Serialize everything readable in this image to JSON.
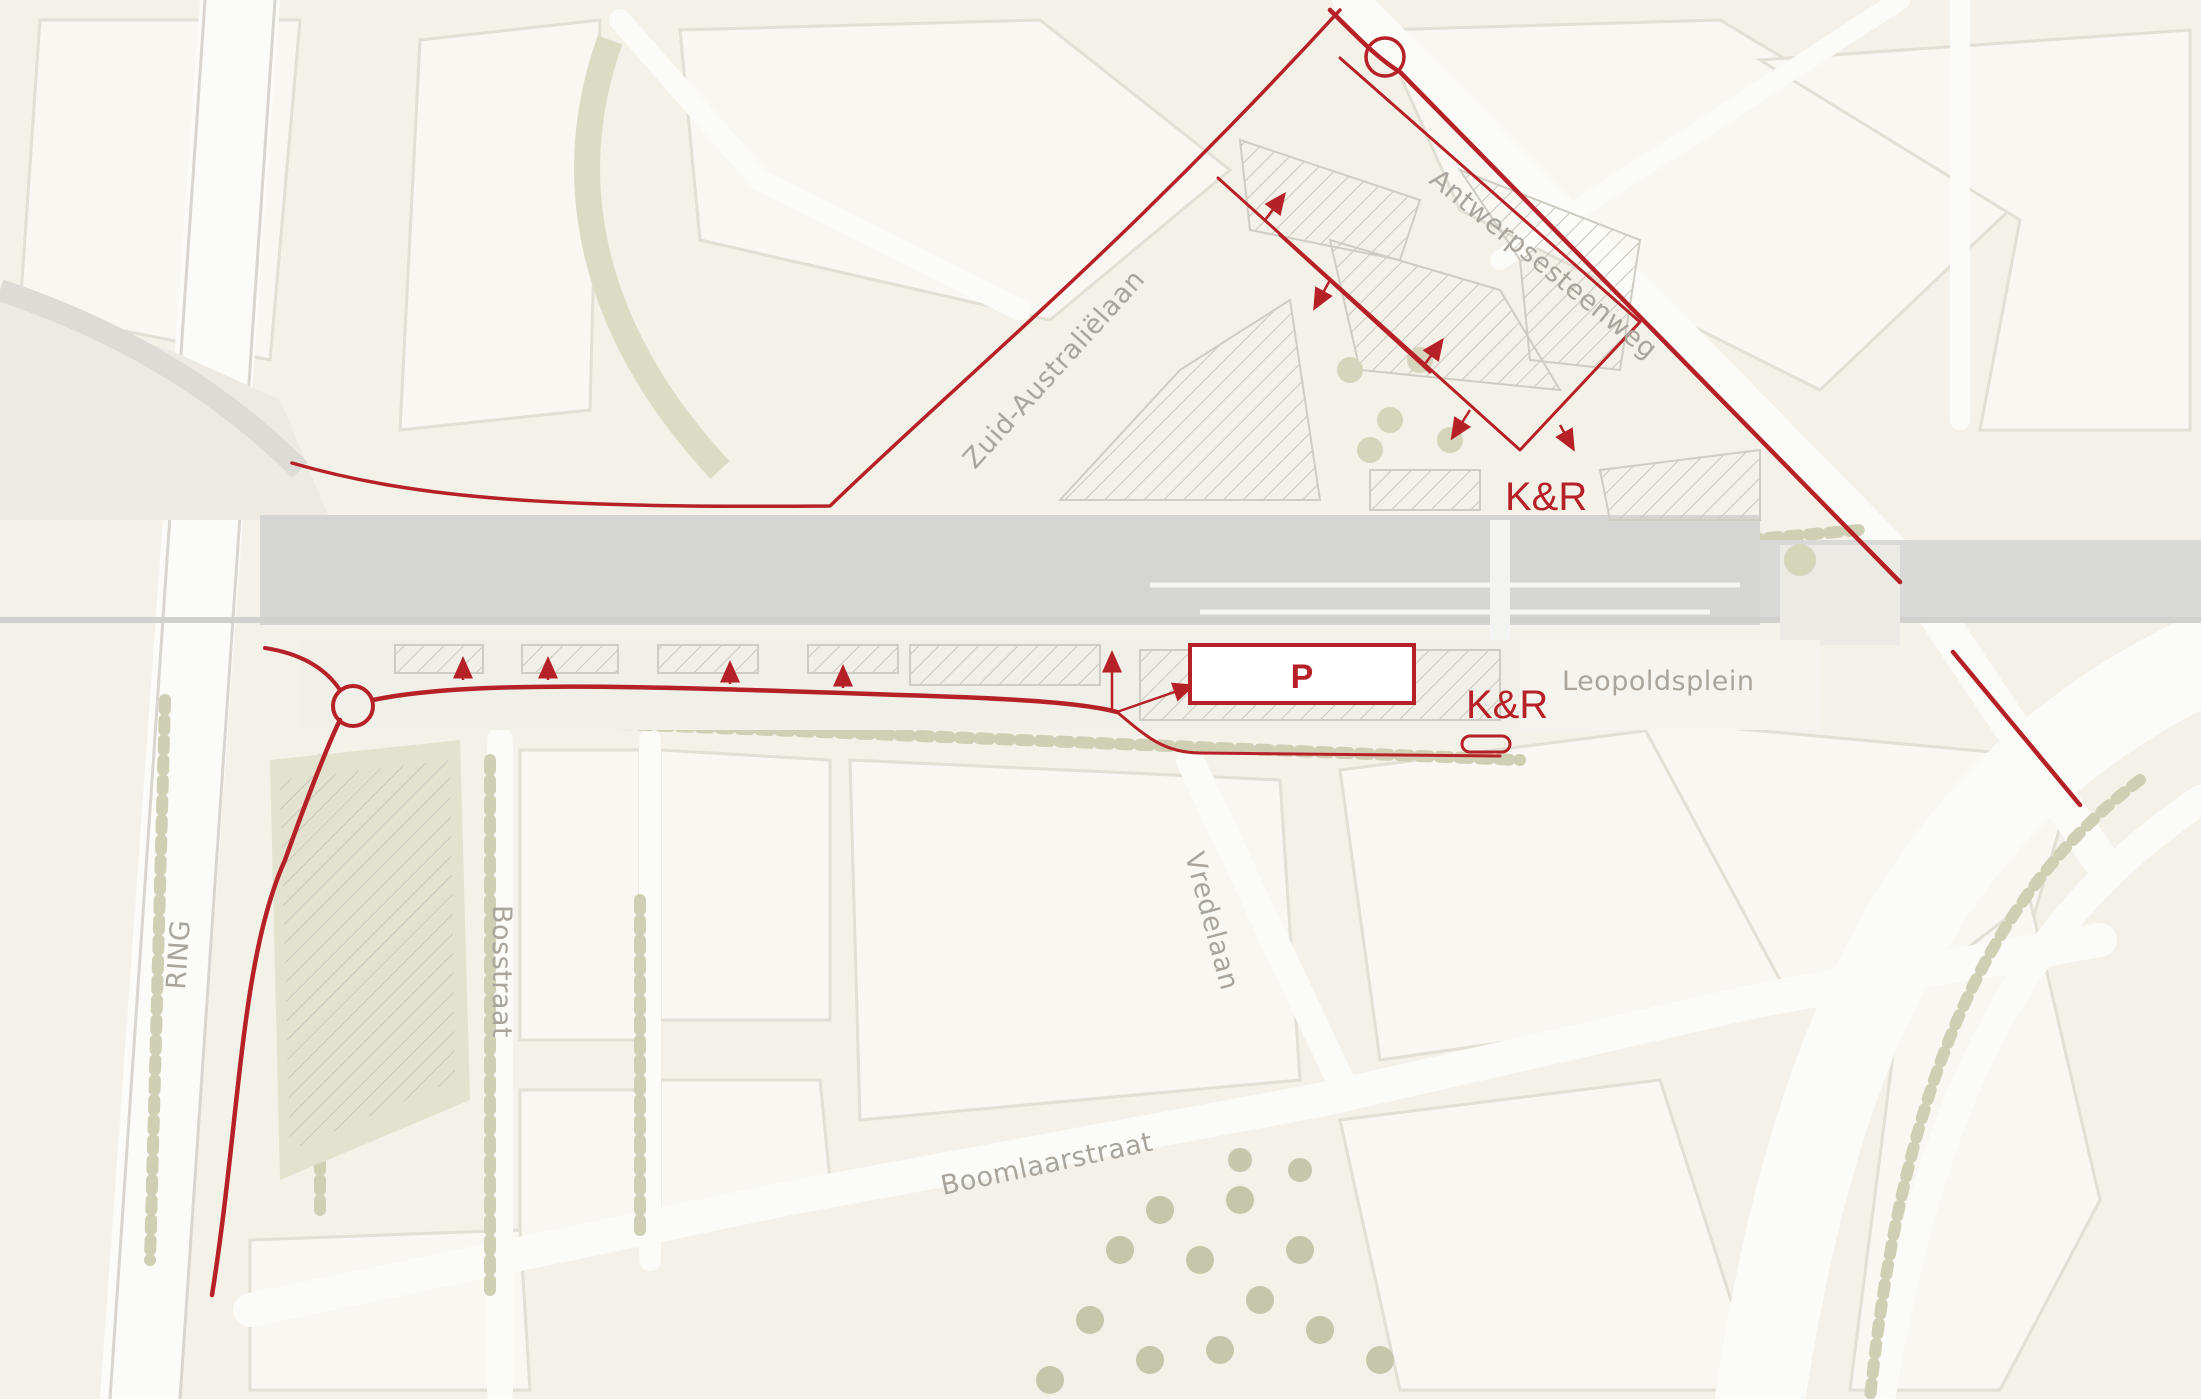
{
  "map": {
    "colors": {
      "background": "#f3f1e8",
      "block": "#f8f7f2",
      "road": "#fbfbf8",
      "road_edge": "#e2dfd4",
      "rail": "#d5d5d3",
      "green": "#dcdcc4",
      "tree": "#b9ba9c",
      "hatch": "#c9c6bd",
      "access_route": "#b62127"
    },
    "labels": {
      "ring": "RING",
      "zuid_australielaan": "Zuid-Australiëlaan",
      "antwerpsesteenweg": "Antwerpsesteenweg",
      "leopoldsplein": "Leopoldsplein",
      "bosstraat": "Bosstraat",
      "vredelaan": "Vredelaan",
      "boomlaarstraat": "Boomlaarstraat"
    },
    "markers": {
      "parking": "P",
      "kiss_and_ride_north": "K&R",
      "kiss_and_ride_south": "K&R"
    },
    "icons": {
      "parking": "parking-icon",
      "kiss_and_ride": "kiss-and-ride-icon",
      "roundabout": "roundabout-icon",
      "access_arrow": "access-arrow-icon"
    }
  }
}
